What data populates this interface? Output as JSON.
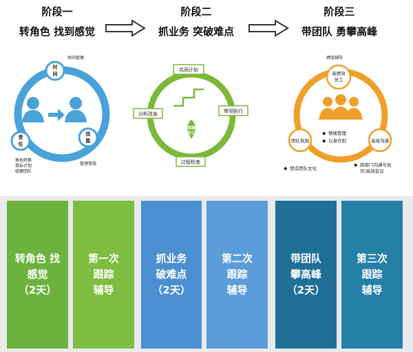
{
  "stages": [
    {
      "title": "阶段一",
      "subtitle": "转角色 找到感觉"
    },
    {
      "title": "阶段二",
      "subtitle": "抓业务 突破难点"
    },
    {
      "title": "阶段三",
      "subtitle": "带团队 勇攀高峰"
    }
  ],
  "stage1": {
    "node_time": "时\n间",
    "node_time_label": "时间管理",
    "node_duty": "责\n任",
    "node_skill": "技\n能",
    "skill_label": "管理常规",
    "duty_list": [
      "角色转换",
      "目标计划",
      "组建团队"
    ]
  },
  "stage2": {
    "node_plan": "共同计划",
    "node_lead": "带领执行",
    "node_check": "过程检查",
    "node_analyze": "分析改善",
    "center": "持续\n学习"
  },
  "stage3": {
    "top_label": "绩效辅导",
    "node_high": "高绩效\n员工",
    "node_team": "团队氛围",
    "node_comm": "高效沟通",
    "center_items": [
      "情绪管理",
      "以身作则"
    ],
    "bottom_left": "塑造团队文化",
    "bottom_right": "跨部门沟通与协\n作/高效会议"
  },
  "cards": [
    {
      "text": "转角色 找\n感觉\n（2天）",
      "color": "#6cb33e"
    },
    {
      "text": "第一次\n跟踪\n辅导",
      "color": "#7dbd3f"
    },
    {
      "text": "抓业务\n破难点\n（2天）",
      "color": "#4a8fd0"
    },
    {
      "text": "第二次\n跟踪\n辅导",
      "color": "#5b9dd8"
    },
    {
      "text": "带团队\n攀高峰\n（2天）",
      "color": "#1f6f96"
    },
    {
      "text": "第三次\n跟踪\n辅导",
      "color": "#2580a8"
    }
  ],
  "colors": {
    "blue": "#4aa3d8",
    "green": "#7cb83a",
    "orange": "#f0a02a"
  }
}
